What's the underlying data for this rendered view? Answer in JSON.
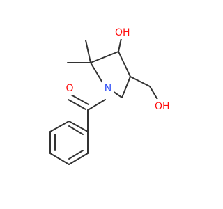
{
  "molecule": {
    "atoms": {
      "carbonyl_oxygen": {
        "label": "O",
        "color": "#ff0d0d"
      },
      "nitrogen": {
        "label": "N",
        "color": "#3050f8"
      },
      "ring_hydroxyl": {
        "label": "OH",
        "color": "#ff0d0d"
      },
      "methylene_hydroxyl": {
        "label": "OH",
        "color": "#ff0d0d"
      }
    },
    "bond_color": "#333333"
  }
}
